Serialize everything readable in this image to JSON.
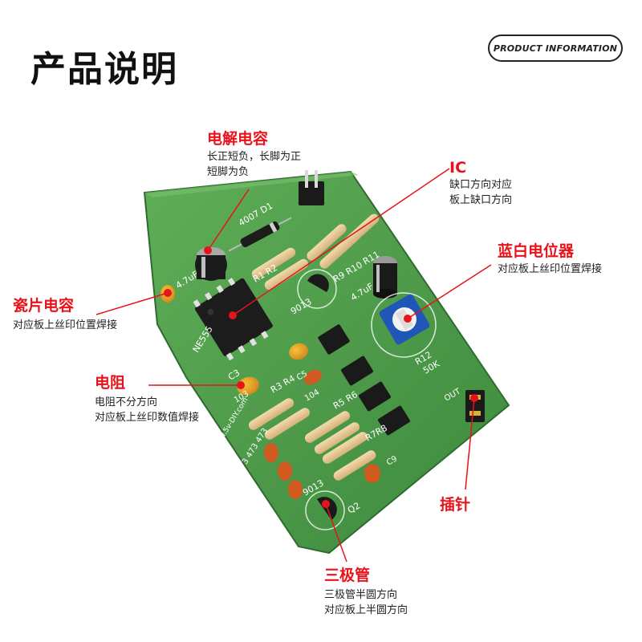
{
  "header": {
    "title": "产品说明",
    "badge": "PRODUCT INFORMATION"
  },
  "callouts": {
    "electrolytic_cap": {
      "title": "电解电容",
      "line1": "长正短负，长脚为正",
      "line2": "短脚为负"
    },
    "ic": {
      "title": "IC",
      "line1": "缺口方向对应",
      "line2": "板上缺口方向"
    },
    "potentiometer": {
      "title": "蓝白电位器",
      "line1": "对应板上丝印位置焊接"
    },
    "ceramic_cap": {
      "title": "瓷片电容",
      "line1": "对应板上丝印位置焊接"
    },
    "resistor": {
      "title": "电阻",
      "line1": "电阻不分方向",
      "line2": "对应板上丝印数值焊接"
    },
    "pin_header": {
      "title": "插针"
    },
    "transistor": {
      "title": "三极管",
      "line1": "三极管半圆方向",
      "line2": "对应板上半圆方向"
    }
  },
  "board_silkscreen": {
    "d1": "4007 D1",
    "r1r2": "R1 R2",
    "r9r10": "R9 R10",
    "r11": "R11",
    "q1": "9013",
    "ic_name": "NE555",
    "c10": "4.7uF",
    "r12": "R12",
    "r12_val": "50K",
    "c1": "4.7uF",
    "r3r4": "R3 R4",
    "r5r6": "R5 R6",
    "r7r8": "R7R8",
    "c3": "C3",
    "c5": "C5",
    "c9": "C9",
    "cap_val": "103",
    "cap_val2": "104",
    "out": "OUT",
    "q2": "Q2",
    "q2_type": "9013",
    "vals": "473 473 473",
    "site": "www.5v-DIY.com"
  },
  "colors": {
    "accent": "#e8121b",
    "board": "#4e9a4a",
    "text": "#111111"
  }
}
